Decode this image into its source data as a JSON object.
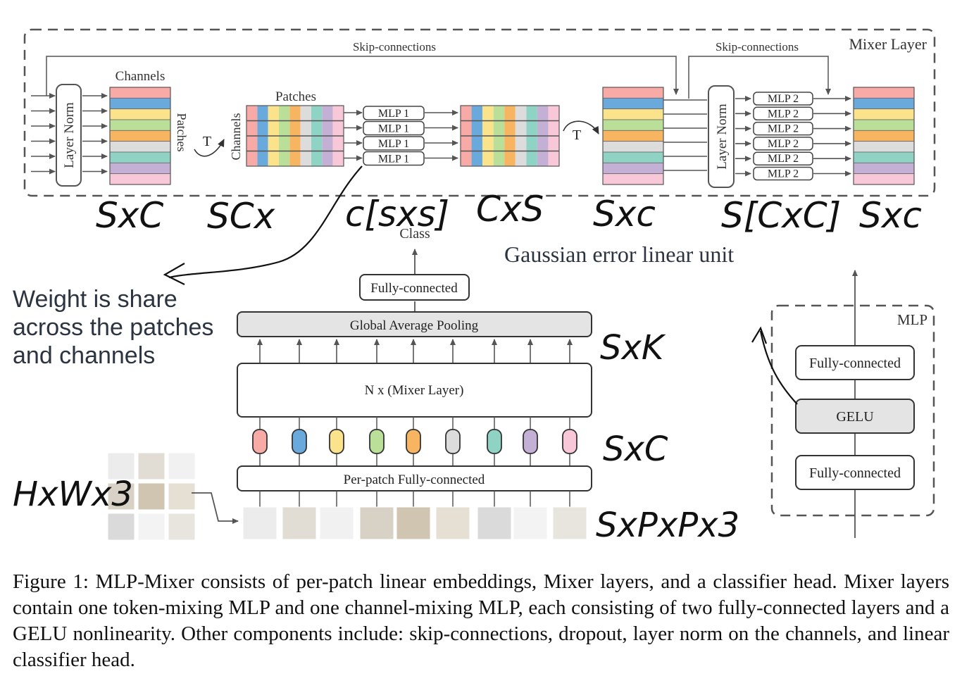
{
  "mixer_layer": {
    "title": "Mixer Layer",
    "skip_label_1": "Skip-connections",
    "skip_label_2": "Skip-connections",
    "layer_norm_1": "Layer Norm",
    "layer_norm_2": "Layer Norm",
    "channels_top": "Channels",
    "patches_side": "Patches",
    "transpose_1": "T",
    "transpose_2": "T",
    "channels_side": "Channels",
    "patches_top": "Patches",
    "mlp1_labels": [
      "MLP 1",
      "MLP 1",
      "MLP 1",
      "MLP 1"
    ],
    "mlp2_labels": [
      "MLP 2",
      "MLP 2",
      "MLP 2",
      "MLP 2",
      "MLP 2",
      "MLP 2"
    ]
  },
  "colors": [
    "#f7aaa6",
    "#6aa9db",
    "#fbe38c",
    "#b9df98",
    "#f7b561",
    "#dcdcdc",
    "#8fd3c4",
    "#c4b0d4",
    "#f8c8d8"
  ],
  "main": {
    "class_label": "Class",
    "fully_connected": "Fully-connected",
    "global_pooling": "Global Average Pooling",
    "mixer_stack": "N x (Mixer Layer)",
    "per_patch": "Per-patch Fully-connected"
  },
  "mlp_block": {
    "title": "MLP",
    "fc_top": "Fully-connected",
    "gelu": "GELU",
    "fc_bottom": "Fully-connected"
  },
  "annotations": {
    "gelu_note": "Gaussian error linear unit",
    "weight_note_1": "Weight is share",
    "weight_note_2": "across the patches",
    "weight_note_3": "and channels",
    "dims": [
      "SxC",
      "SCx",
      "c[sxs]",
      "CxS",
      "Sxc",
      "S[CxC]",
      "Sxc"
    ],
    "dim_sxk": "SxK",
    "dim_sxc2": "SxC",
    "dim_input": "SxPxPx3",
    "dim_hwc": "HxWx3"
  },
  "caption": "Figure 1: MLP-Mixer consists of per-patch linear embeddings, Mixer layers, and a classifier head. Mixer layers contain one token-mixing MLP and one channel-mixing MLP, each consisting of two fully-connected layers and a GELU nonlinearity. Other components include: skip-connections, dropout, layer norm on the channels, and linear classifier head."
}
